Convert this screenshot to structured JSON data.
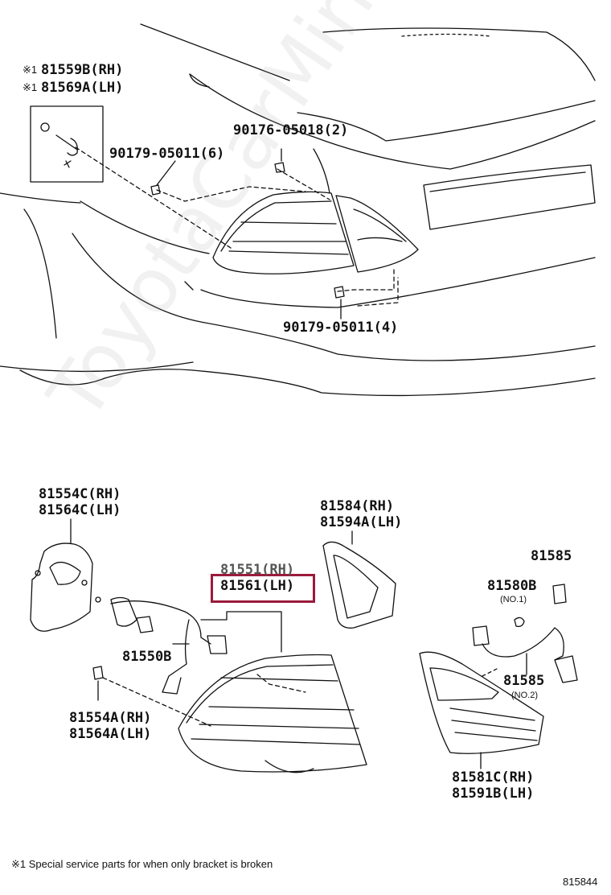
{
  "parts": {
    "bracket_rh": "81559B(RH)",
    "bracket_lh": "81569A(LH)",
    "bracket_mark_1": "※1",
    "bracket_mark_2": "※1",
    "nut_90176": "90176-05018(2)",
    "nut_90179_a": "90179-05011(6)",
    "nut_90179_b": "90179-05011(4)",
    "cover_rh": "81554C(RH)",
    "cover_lh": "81564C(LH)",
    "lamp_rh": "81551(RH)",
    "lamp_lh": "81561(LH)",
    "gasket_rh": "81584(RH)",
    "gasket_lh": "81594A(LH)",
    "socket_81585_top": "81585",
    "bulb_81580b": "81580B",
    "no1": "(NO.1)",
    "socket_81550b": "81550B",
    "socket_81585_bottom": "81585",
    "no2": "(NO.2)",
    "retainer_rh": "81554A(RH)",
    "retainer_lh": "81564A(LH)",
    "inner_lamp_rh": "81581C(RH)",
    "inner_lamp_lh": "81591B(LH)"
  },
  "footnote": "※1 Special service parts for when only bracket is broken",
  "figure_id": "815844",
  "watermark": "ToyotaCarMirror.ru",
  "highlight_color": "#9b1b3c"
}
